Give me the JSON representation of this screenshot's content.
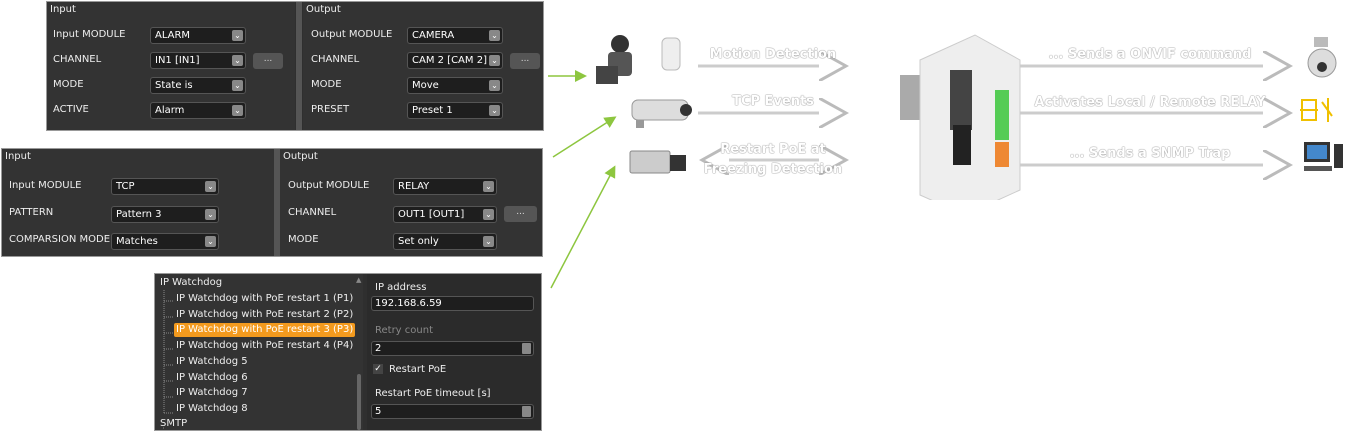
{
  "panel1": {
    "input": {
      "title": "Input",
      "rows": [
        {
          "label": "Input MODULE",
          "value": "ALARM"
        },
        {
          "label": "CHANNEL",
          "value": "IN1 [IN1]",
          "button": "..."
        },
        {
          "label": "MODE",
          "value": "State is"
        },
        {
          "label": "ACTIVE",
          "value": "Alarm"
        }
      ]
    },
    "output": {
      "title": "Output",
      "rows": [
        {
          "label": "Output MODULE",
          "value": "CAMERA"
        },
        {
          "label": "CHANNEL",
          "value": "CAM 2 [CAM 2]",
          "button": "..."
        },
        {
          "label": "MODE",
          "value": "Move"
        },
        {
          "label": "PRESET",
          "value": "Preset 1"
        }
      ]
    }
  },
  "panel2": {
    "input": {
      "title": "Input",
      "rows": [
        {
          "label": "Input MODULE",
          "value": "TCP"
        },
        {
          "label": "PATTERN",
          "value": "Pattern 3"
        },
        {
          "label": "COMPARSION MODE",
          "value": "Matches"
        }
      ]
    },
    "output": {
      "title": "Output",
      "rows": [
        {
          "label": "Output MODULE",
          "value": "RELAY"
        },
        {
          "label": "CHANNEL",
          "value": "OUT1 [OUT1]",
          "button": "..."
        },
        {
          "label": "MODE",
          "value": "Set only"
        }
      ]
    }
  },
  "panel3": {
    "tree": {
      "root": "IP Watchdog",
      "items": [
        "IP Watchdog with PoE restart 1 (P1)",
        "IP Watchdog with PoE restart 2 (P2)",
        "IP Watchdog with PoE restart 3 (P3)",
        "IP Watchdog with PoE restart 4 (P4)",
        "IP Watchdog 5",
        "IP Watchdog 6",
        "IP Watchdog 7",
        "IP Watchdog 8"
      ],
      "selected_index": 2,
      "next_root": "SMTP"
    },
    "form": {
      "ip_label": "IP address",
      "ip_value": "192.168.6.59",
      "retry_label": "Retry count",
      "retry_value": "2",
      "restart_poe_label": "Restart PoE",
      "restart_poe_checked": true,
      "timeout_label": "Restart PoE timeout [s]",
      "timeout_value": "5"
    }
  },
  "flows": {
    "left": [
      "Motion Detection",
      "TCP Events",
      "Restart PoE at",
      "Freezing Detection"
    ],
    "right": [
      "... Sends a ONVIF command",
      "Activates Local / Remote RELAY",
      "... Sends a SNMP Trap"
    ]
  },
  "colors": {
    "accent": "#f39a1e",
    "arrow_green": "#8dc63f",
    "panel": "#2f2f2f"
  }
}
